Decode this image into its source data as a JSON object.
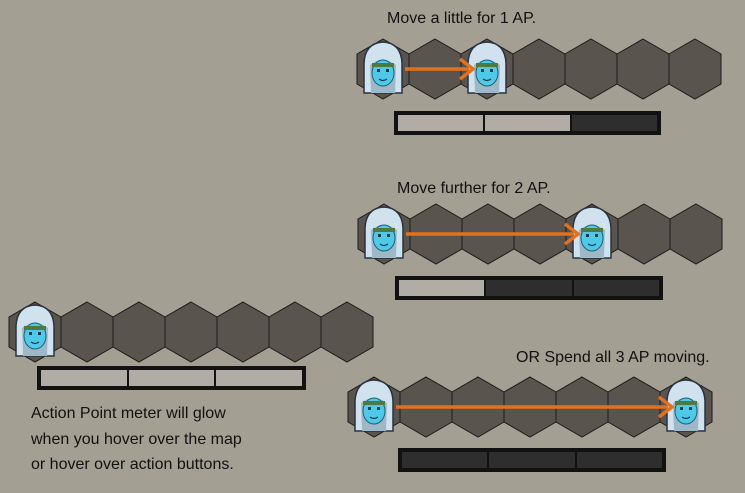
{
  "captions": {
    "move_little": "Move a little for 1 AP.",
    "move_further": "Move further for 2 AP.",
    "spend_all": "OR Spend all 3 AP moving."
  },
  "help_lines": [
    "Action Point meter will glow",
    "when you hover over the map",
    "or hover over action buttons."
  ],
  "meters": {
    "one_ap": {
      "spent": 1,
      "total": 3
    },
    "two_ap": {
      "spent": 2,
      "total": 3
    },
    "three_ap": {
      "spent": 3,
      "total": 3
    },
    "idle": {
      "spent": 0,
      "total": 3
    }
  },
  "colors": {
    "background": "#a49f93",
    "hex_tile": "#59544e",
    "arrow": "#e2711f",
    "meter_available": "#b1aca6",
    "meter_spent": "#2e2e2e",
    "character_face": "#4ec9e8"
  },
  "icons": {
    "character": "hooded-ghost-icon",
    "movement": "arrow-right-icon"
  }
}
